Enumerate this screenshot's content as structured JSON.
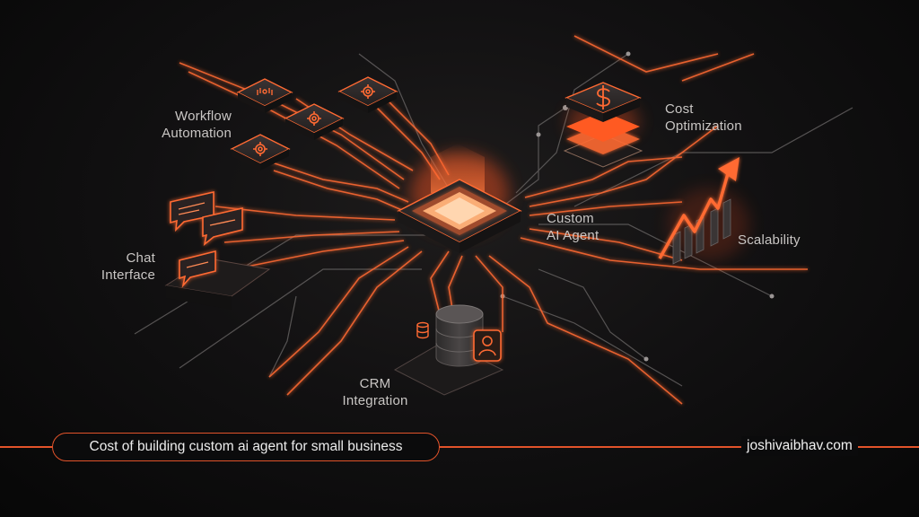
{
  "labels": {
    "workflow_line1": "Workflow",
    "workflow_line2": "Automation",
    "cost_line1": "Cost",
    "cost_line2": "Optimization",
    "agent_line1": "Custom",
    "agent_line2": "AI Agent",
    "chat_line1": "Chat",
    "chat_line2": "Interface",
    "scalability": "Scalability",
    "crm_line1": "CRM",
    "crm_line2": "Integration"
  },
  "banner": {
    "title": "Cost of building custom ai agent for small business",
    "brand": "joshivaibhav.com"
  },
  "colors": {
    "accent": "#ff6a33",
    "accent_glow": "#ff4d1a",
    "banner_line": "#e2532a",
    "tile": "#2a2626"
  },
  "icons": [
    "gear-icon",
    "workflow-icon",
    "dollar-icon",
    "database-icon",
    "user-icon",
    "chat-bubble-icon",
    "trend-arrow-icon"
  ]
}
